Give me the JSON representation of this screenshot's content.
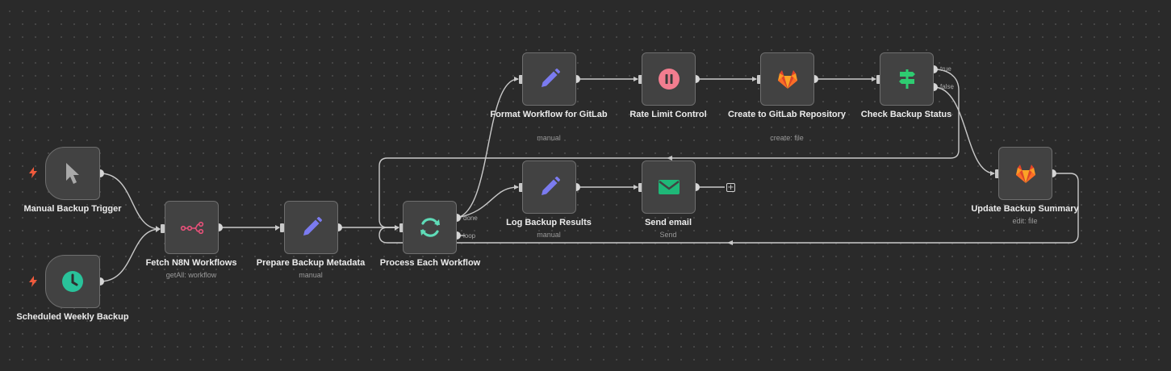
{
  "nodes": {
    "manual_trigger": {
      "label": "Manual Backup Trigger"
    },
    "scheduled": {
      "label": "Scheduled Weekly Backup"
    },
    "fetch": {
      "label": "Fetch N8N Workflows",
      "sub": "getAll: workflow"
    },
    "prepare": {
      "label": "Prepare Backup Metadata",
      "sub": "manual"
    },
    "process": {
      "label": "Process Each Workflow",
      "ports": {
        "done": "done",
        "loop": "loop"
      }
    },
    "format": {
      "label": "Format Workflow for GitLab",
      "sub": "manual"
    },
    "rate": {
      "label": "Rate Limit Control"
    },
    "create_gitlab": {
      "label": "Create to GitLab Repository",
      "sub": "create: file"
    },
    "check": {
      "label": "Check Backup Status",
      "ports": {
        "true": "true",
        "false": "false"
      }
    },
    "log": {
      "label": "Log Backup Results",
      "sub": "manual"
    },
    "email": {
      "label": "Send email",
      "sub": "Send"
    },
    "update": {
      "label": "Update Backup Summary",
      "sub": "edit: file"
    }
  },
  "icons": {
    "manual_trigger": "cursor-icon",
    "scheduled": "clock-icon",
    "fetch": "n8n-logo-icon",
    "prepare": "pencil-icon",
    "process": "loop-arrows-icon",
    "format": "pencil-icon",
    "rate": "pause-icon",
    "create_gitlab": "gitlab-icon",
    "check": "signpost-icon",
    "log": "pencil-icon",
    "email": "envelope-icon",
    "update": "gitlab-icon",
    "trigger_marker": "lightning-bolt-icon",
    "add": "plus-icon"
  },
  "colors": {
    "canvas": "#2a2a2a",
    "node_bg": "#424242",
    "node_border": "#6e6e6e",
    "edge": "#c9c9c9",
    "pencil": "#7b7bf0",
    "n8n": "#e8517a",
    "loop": "#5fdcb8",
    "pause": "#f27d8f",
    "clock": "#29c29a",
    "signpost": "#2ecc71",
    "email": "#1fb878",
    "bolt": "#f05a3c"
  }
}
